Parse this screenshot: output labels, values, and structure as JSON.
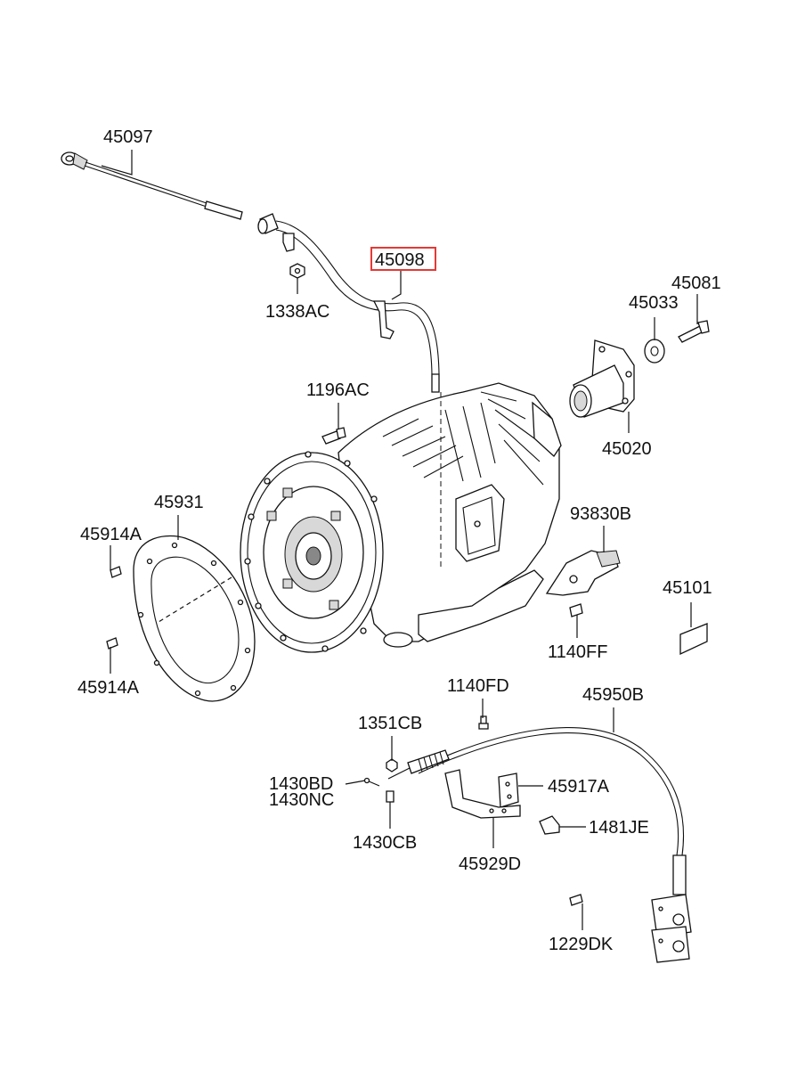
{
  "diagram": {
    "highlight_color": "#e53935",
    "parts": [
      {
        "id": "p45097",
        "number": "45097"
      },
      {
        "id": "p45098",
        "number": "45098",
        "highlighted": true
      },
      {
        "id": "p1338AC",
        "number": "1338AC"
      },
      {
        "id": "p45081",
        "number": "45081"
      },
      {
        "id": "p45033",
        "number": "45033"
      },
      {
        "id": "p45020",
        "number": "45020"
      },
      {
        "id": "p1196AC",
        "number": "1196AC"
      },
      {
        "id": "p45931",
        "number": "45931"
      },
      {
        "id": "p45914A_top",
        "number": "45914A"
      },
      {
        "id": "p45914A_bottom",
        "number": "45914A"
      },
      {
        "id": "p93830B",
        "number": "93830B"
      },
      {
        "id": "p45101",
        "number": "45101"
      },
      {
        "id": "p1140FF",
        "number": "1140FF"
      },
      {
        "id": "p1140FD",
        "number": "1140FD"
      },
      {
        "id": "p45950B",
        "number": "45950B"
      },
      {
        "id": "p1351CB",
        "number": "1351CB"
      },
      {
        "id": "p1430BD",
        "number": "1430BD"
      },
      {
        "id": "p1430NC",
        "number": "1430NC"
      },
      {
        "id": "p1430CB",
        "number": "1430CB"
      },
      {
        "id": "p45917A",
        "number": "45917A"
      },
      {
        "id": "p1481JE",
        "number": "1481JE"
      },
      {
        "id": "p45929D",
        "number": "45929D"
      },
      {
        "id": "p1229DK",
        "number": "1229DK"
      }
    ]
  }
}
